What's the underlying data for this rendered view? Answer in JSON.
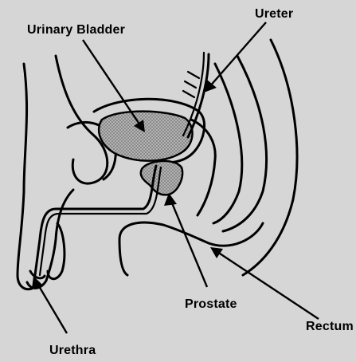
{
  "labels": {
    "urinary_bladder": "Urinary Bladder",
    "ureter": "Ureter",
    "prostate": "Prostate",
    "rectum": "Rectum",
    "urethra": "Urethra"
  },
  "colors": {
    "background": "#d6d6d6",
    "line": "#000000",
    "organ_fill": "#9a9a9a"
  }
}
